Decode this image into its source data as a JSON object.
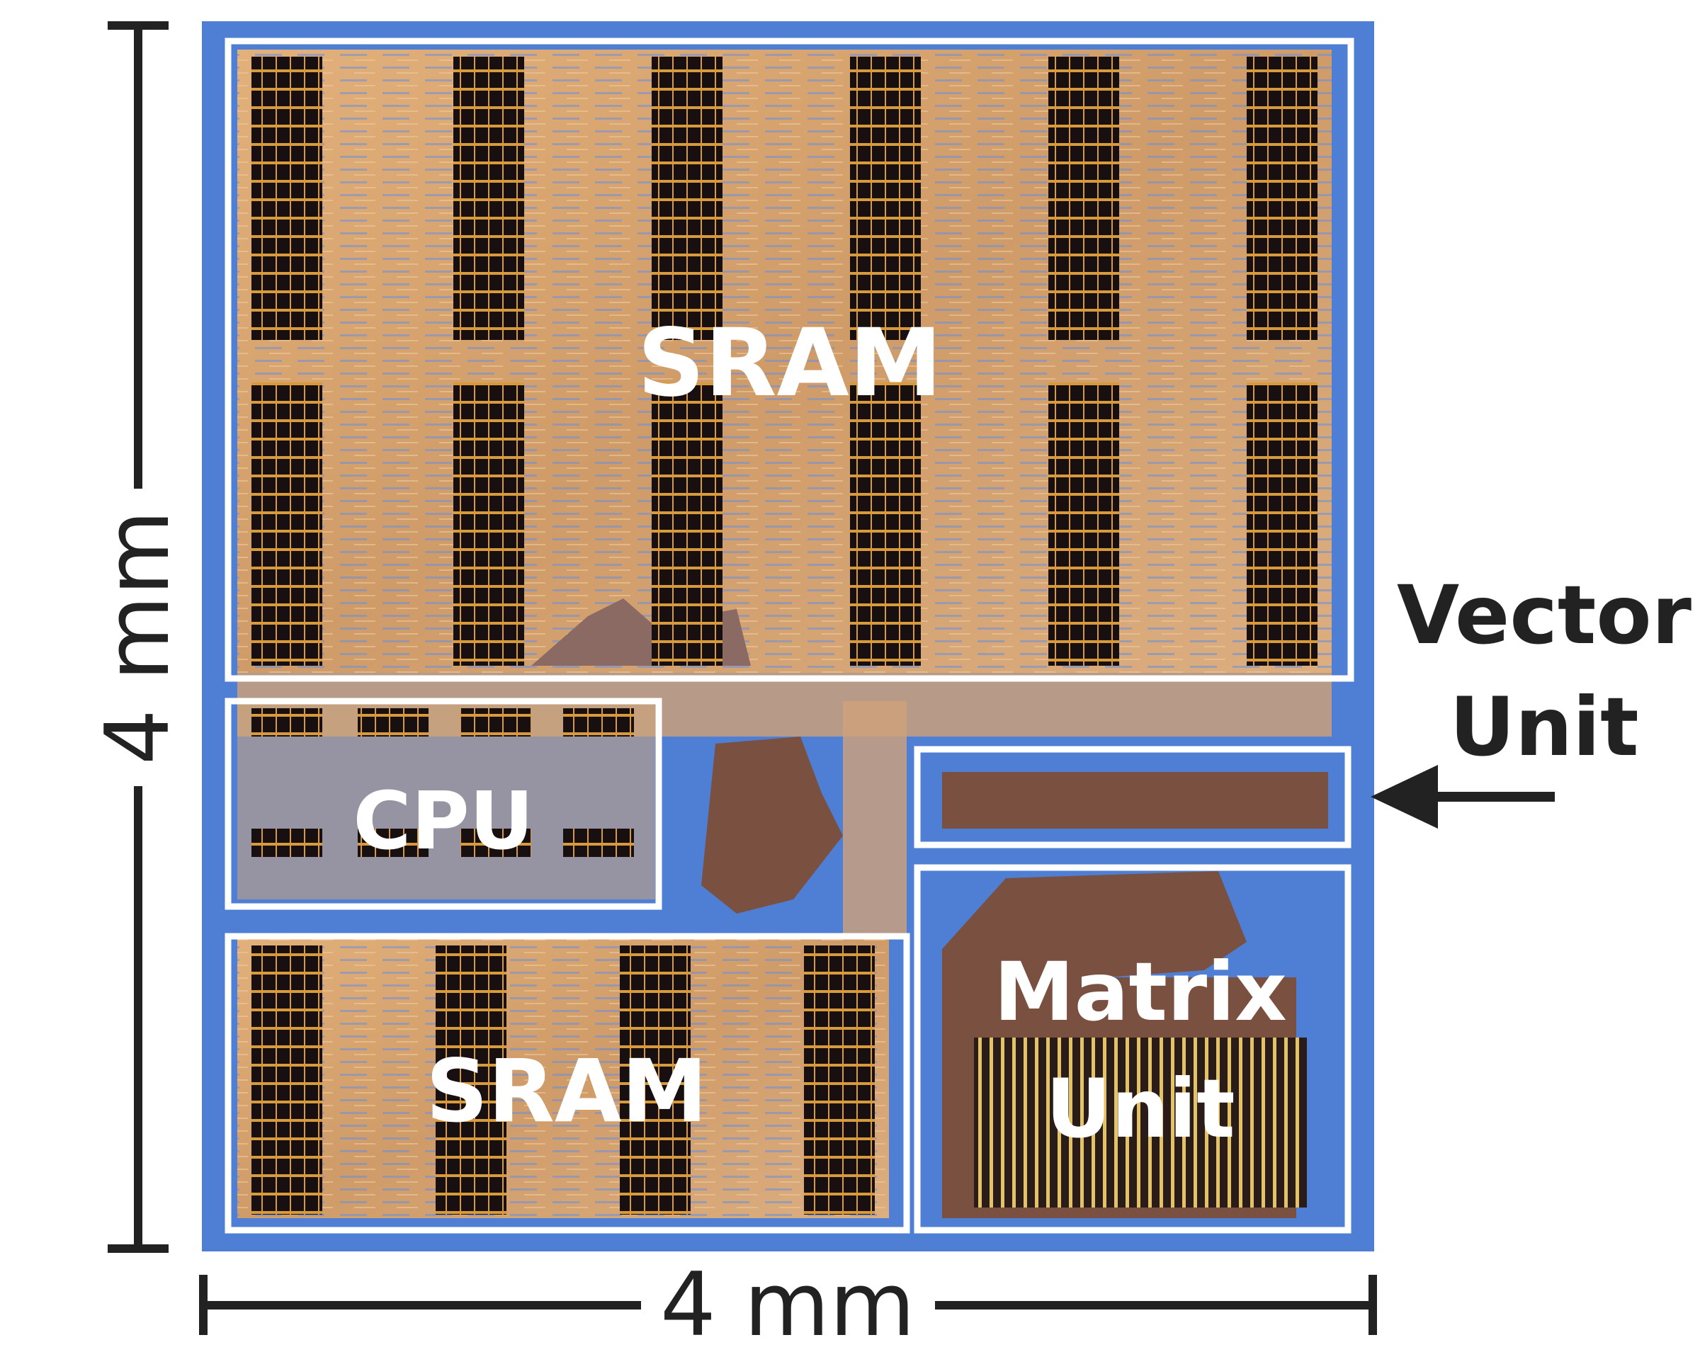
{
  "dimensions": {
    "height_label": "4 mm",
    "width_label": "4 mm"
  },
  "blocks": {
    "sram_top": "SRAM",
    "cpu": "CPU",
    "sram_bottom": "SRAM",
    "matrix_unit_line1": "Matrix",
    "matrix_unit_line2": "Unit"
  },
  "callout": {
    "line1": "Vector",
    "line2": "Unit"
  },
  "colors": {
    "die_blue": "#4f7fd4",
    "metal_gold": "#d7a46c",
    "dark_brown": "#7a5040",
    "outline_white": "#ffffff",
    "label_black": "#222222"
  }
}
